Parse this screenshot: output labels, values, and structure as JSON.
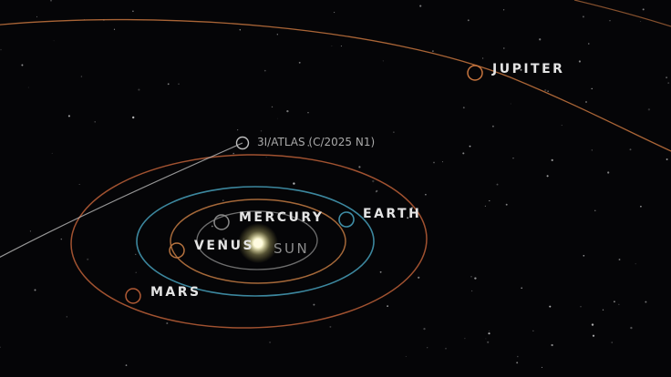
{
  "bodies": {
    "sun": {
      "label": "SUN"
    },
    "mercury": {
      "label": "MERCURY"
    },
    "venus": {
      "label": "VENUS"
    },
    "earth": {
      "label": "EARTH"
    },
    "mars": {
      "label": "MARS"
    },
    "jupiter": {
      "label": "JUPITER"
    },
    "comet": {
      "label": "3I/ATLAS (C/2025 N1)"
    }
  },
  "colors": {
    "background": "#050507",
    "mercury_orbit": "#7a7a7a",
    "venus_orbit": "#b7733f",
    "earth_orbit": "#3f8ea7",
    "mars_orbit": "#b25b35",
    "jupiter_orbit": "#c7753e",
    "comet_path": "#c8c8c8",
    "sun": "#fffbd0"
  }
}
